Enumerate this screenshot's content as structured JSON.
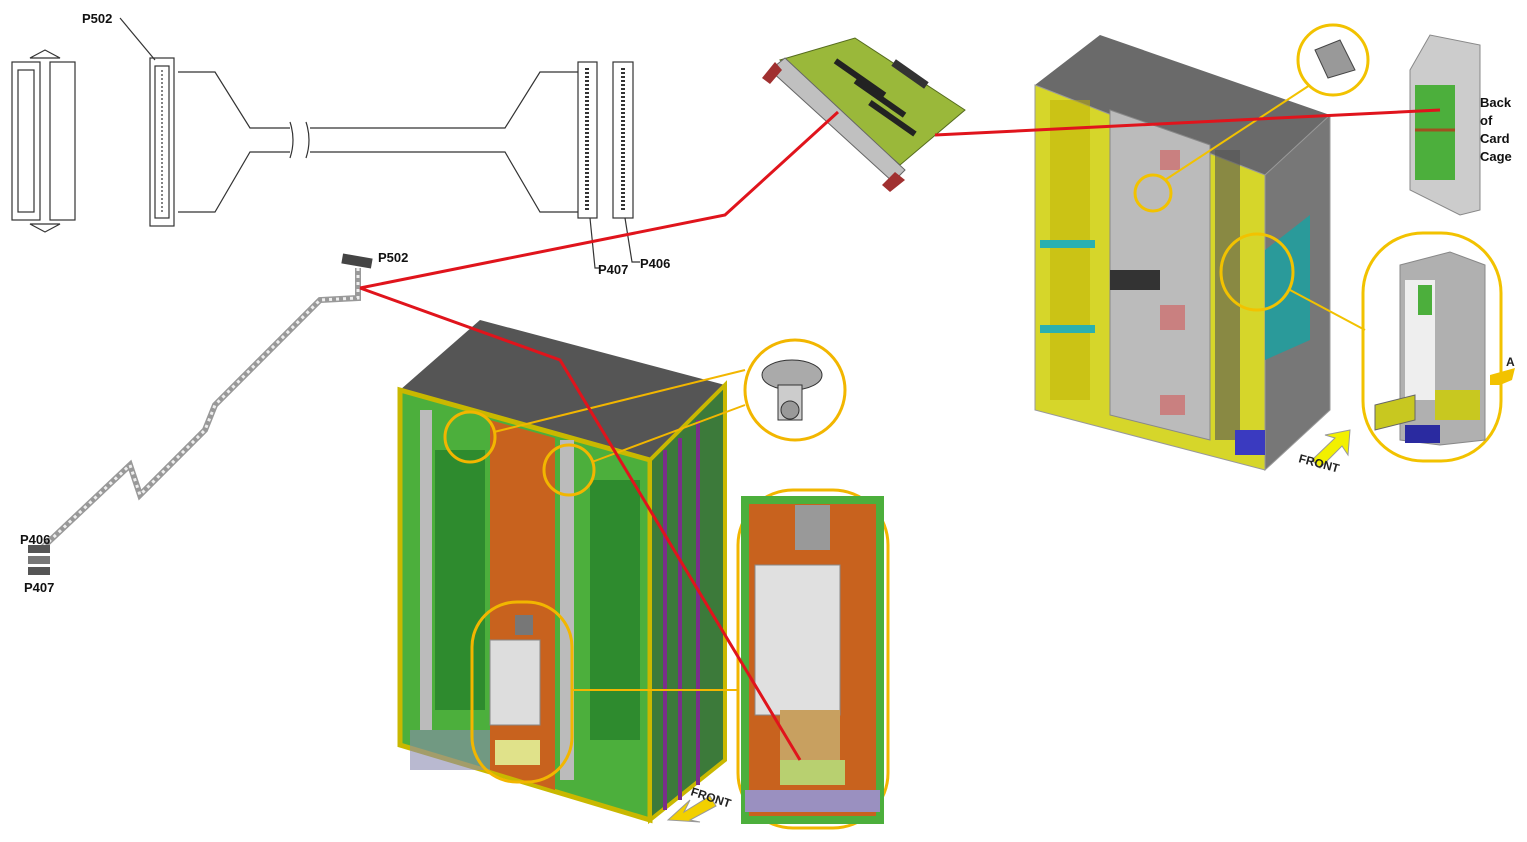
{
  "labels": {
    "cable_top_p502": "P502",
    "cable_p407": "P407",
    "cable_p406": "P406",
    "ribbon_p502": "P502",
    "ribbon_p406": "P406",
    "ribbon_p407": "P407",
    "back_of_card_cage": [
      "Back",
      "of",
      "Card",
      "Cage"
    ],
    "front_left": "FRONT",
    "front_right": "FRONT",
    "view_a": "A"
  },
  "colors": {
    "connection_line": "#e0141c",
    "callout": "#f2c200",
    "frame_green": "#4caf3c",
    "panel_orange": "#c8621e",
    "cabinet_top": "#555555",
    "frame_yellow": "#d6d62a",
    "teal": "#2a9a9a"
  }
}
